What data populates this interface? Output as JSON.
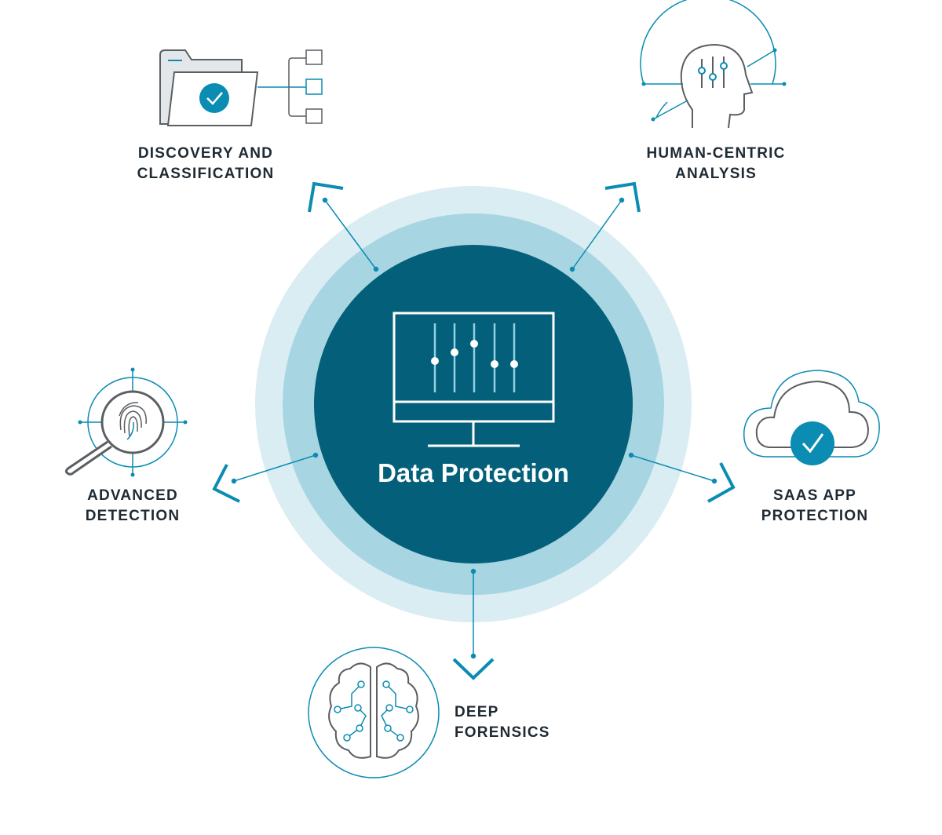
{
  "center": {
    "title": "Data Protection",
    "icon": "monitor-sliders-icon"
  },
  "nodes": [
    {
      "id": "discovery",
      "lines": [
        "DISCOVERY AND",
        "CLASSIFICATION"
      ],
      "icon": "folder-check-icon"
    },
    {
      "id": "human",
      "lines": [
        "HUMAN-CENTRIC",
        "ANALYSIS"
      ],
      "icon": "head-sliders-icon"
    },
    {
      "id": "advanced",
      "lines": [
        "ADVANCED",
        "DETECTION"
      ],
      "icon": "fingerprint-magnifier-icon"
    },
    {
      "id": "saas",
      "lines": [
        "SAAS APP",
        "PROTECTION"
      ],
      "icon": "cloud-check-icon"
    },
    {
      "id": "forensics",
      "lines": [
        "DEEP",
        "FORENSICS"
      ],
      "icon": "brain-circuit-icon"
    }
  ],
  "colors": {
    "core": "#04607a",
    "ring_mid": "#a8d5e2",
    "ring_outer": "#d9edf3",
    "accent": "#0a8cb3",
    "stroke": "#5a5f63",
    "text": "#1f2a33"
  }
}
